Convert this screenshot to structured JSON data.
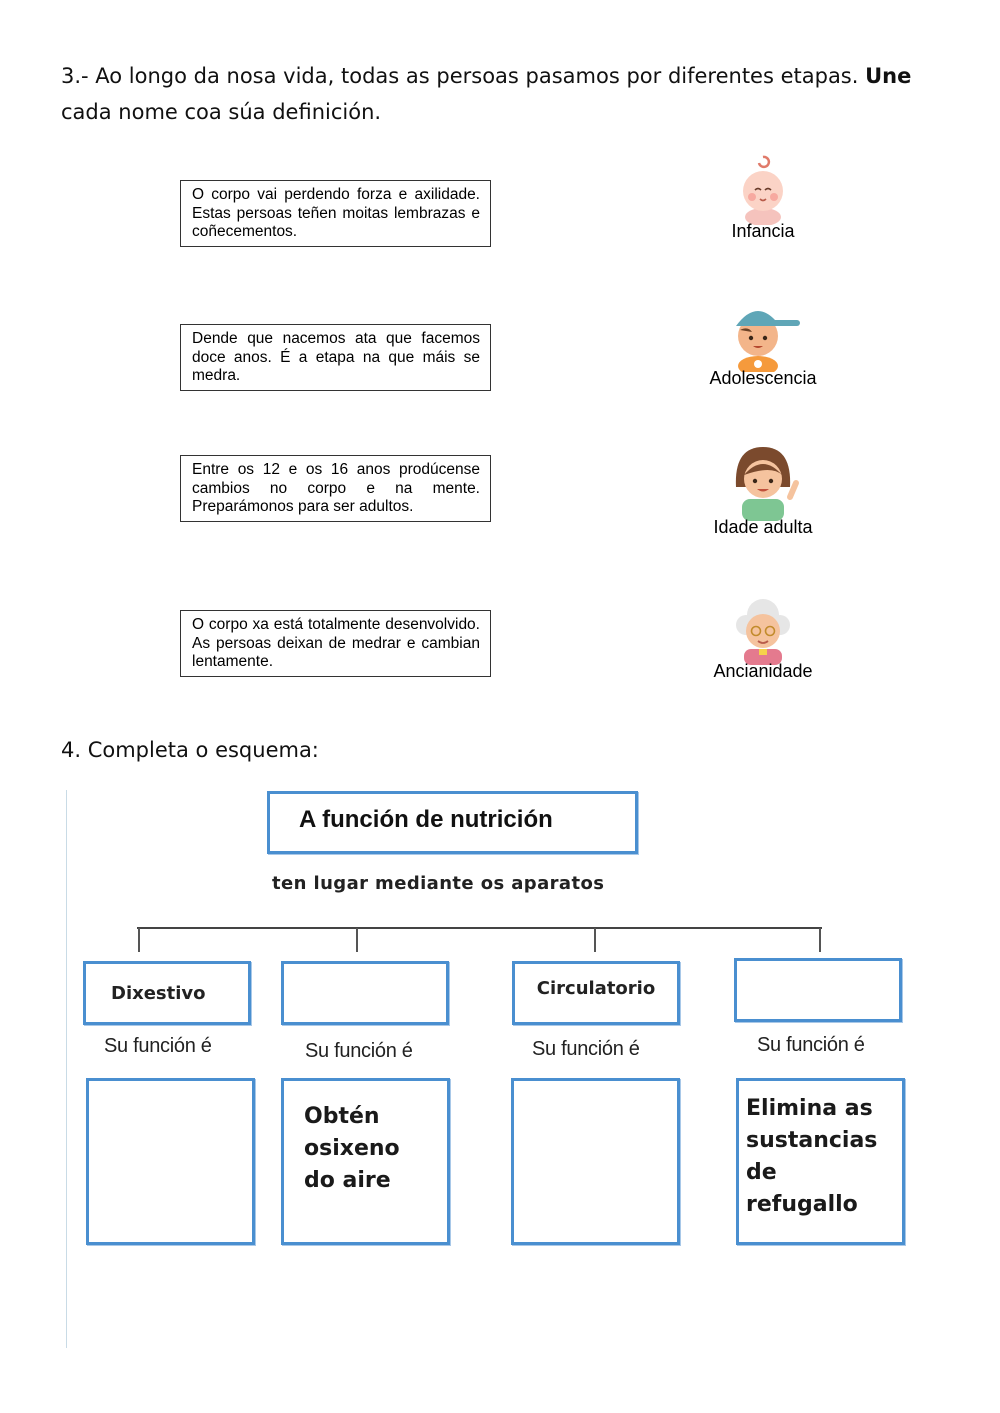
{
  "question3": {
    "text": "3.- Ao longo da nosa vida, todas as persoas pasamos por diferentes etapas. ",
    "bold": "Une",
    "text_end": " cada nome coa súa definición."
  },
  "definitions": [
    "O corpo vai perdendo forza e axilidade. Estas persoas teñen moitas lembrazas e coñecementos.",
    "Dende que nacemos  ata que facemos doce anos. É a etapa na que máis se medra.",
    "Entre os 12 e os 16 anos prodúcense cambios no corpo e na mente. Preparámonos para ser adultos.",
    "O corpo xa está totalmente desenvolvido. As persoas deixan de medrar e cambian lentamente."
  ],
  "stages": [
    "Infancia",
    "Adolescencia",
    "Idade adulta",
    "Ancianidade"
  ],
  "question4": {
    "text": "4. Completa o esquema:"
  },
  "scheme": {
    "title": "A función de nutrición",
    "subtitle": "ten lugar mediante os aparatos",
    "systems": [
      "Dixestivo",
      "",
      "Circulatorio",
      ""
    ],
    "function_label": "Su función é",
    "functions": [
      "",
      "Obtén osixeno do aire",
      "",
      "Elimina as sustancias de refugallo"
    ]
  },
  "colors": {
    "box_border": "#4a8fd0"
  }
}
